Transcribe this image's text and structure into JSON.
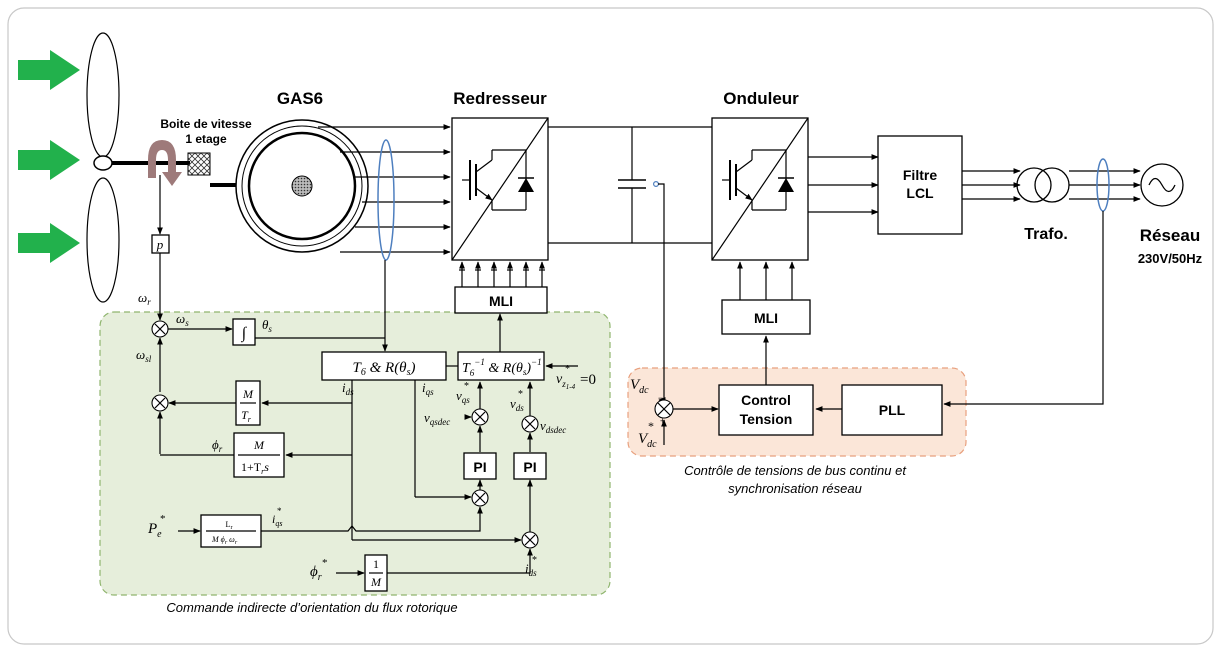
{
  "labels": {
    "gas6": "GAS6",
    "redresseur": "Redresseur",
    "onduleur": "Onduleur",
    "gearbox_line1": "Boite de vitesse",
    "gearbox_line2": "1 etage",
    "filtre_line1": "Filtre",
    "filtre_line2": "LCL",
    "trafo": "Trafo.",
    "reseau": "Réseau",
    "reseau_rating": "230V/50Hz",
    "mli_left": "MLI",
    "mli_right": "MLI",
    "control_line1": "Control",
    "control_line2": "Tension",
    "pll": "PLL",
    "pi_left": "PI",
    "pi_right": "PI",
    "pole_pairs": "p",
    "integrator": "∫",
    "caption_left": "Commande indirecte d’orientation du flux rotorique",
    "caption_right_line1": "Contrôle de tensions de bus continu et",
    "caption_right_line2": "synchronisation réseau"
  },
  "symbols": {
    "omega_r": "ω",
    "omega_r_sub": "r",
    "omega_s": "ω",
    "omega_s_sub": "s",
    "omega_sl": "ω",
    "omega_sl_sub": "sl",
    "theta_s": "θ",
    "theta_s_sub": "s",
    "i_ds": "i",
    "i_ds_sub": "ds",
    "i_qs": "i",
    "i_qs_sub": "qs",
    "phi_r": "ϕ",
    "phi_r_sub": "r",
    "v_qs_star": "v",
    "v_qs_star_sub": "qs",
    "v_ds_star": "v",
    "v_ds_star_sub": "ds",
    "v_qsdec": "v",
    "v_qsdec_sub": "qsdec",
    "v_dsdec": "v",
    "v_dsdec_sub": "dsdec",
    "v_z_star": "v",
    "v_z_star_sub": "z",
    "v_z_star_sub2": "1-4",
    "v_z_eq": "=0",
    "pe_star": "P",
    "pe_star_sub": "e",
    "iqs_star": "i",
    "iqs_star_sub": "qs",
    "phir_star": "ϕ",
    "phir_star_sub": "r",
    "ids_star": "i",
    "ids_star_sub": "ds",
    "vdc": "V",
    "vdc_sub": "dc",
    "vdc_star": "V",
    "vdc_star_sub": "dc",
    "star": "*"
  },
  "blocks": {
    "transform_fwd": "T",
    "transform_fwd_sub": "6",
    "transform_fwd_rest": " & R(θ",
    "transform_fwd_sub2": "s",
    "transform_fwd_end": ")",
    "transform_inv": "T",
    "transform_inv_sub": "6",
    "transform_inv_sup": "−1",
    "transform_inv_rest": " & R(θ",
    "transform_inv_sub2": "s",
    "transform_inv_end": ")",
    "transform_inv_sup2": "−1",
    "gain_m_tr_num": "M",
    "gain_m_tr_den": "T",
    "gain_m_tr_den_sub": "r",
    "tf_num": "M",
    "tf_den": "1+T",
    "tf_den_sub": "r",
    "tf_den_s": "s",
    "iqs_ref_num": "L",
    "iqs_ref_num_sub": "r",
    "iqs_ref_den": "M ϕ",
    "iqs_ref_den_sub": "r",
    "iqs_ref_den_mid": " ω",
    "iqs_ref_den_sub2": "r",
    "ids_ref_num": "1",
    "ids_ref_den": "M"
  },
  "colors": {
    "green_arrow": "#22b14c",
    "green_panel": "#e6eedb",
    "green_panel_border": "#8fb56e",
    "orange_panel": "#fbe6d8",
    "orange_panel_border": "#e8a07e",
    "gear_arrow": "#9e7a7a",
    "rotor_hatch": "#555555",
    "frame_border": "#c8c8c8",
    "ellipse": "#4e7fbf"
  }
}
